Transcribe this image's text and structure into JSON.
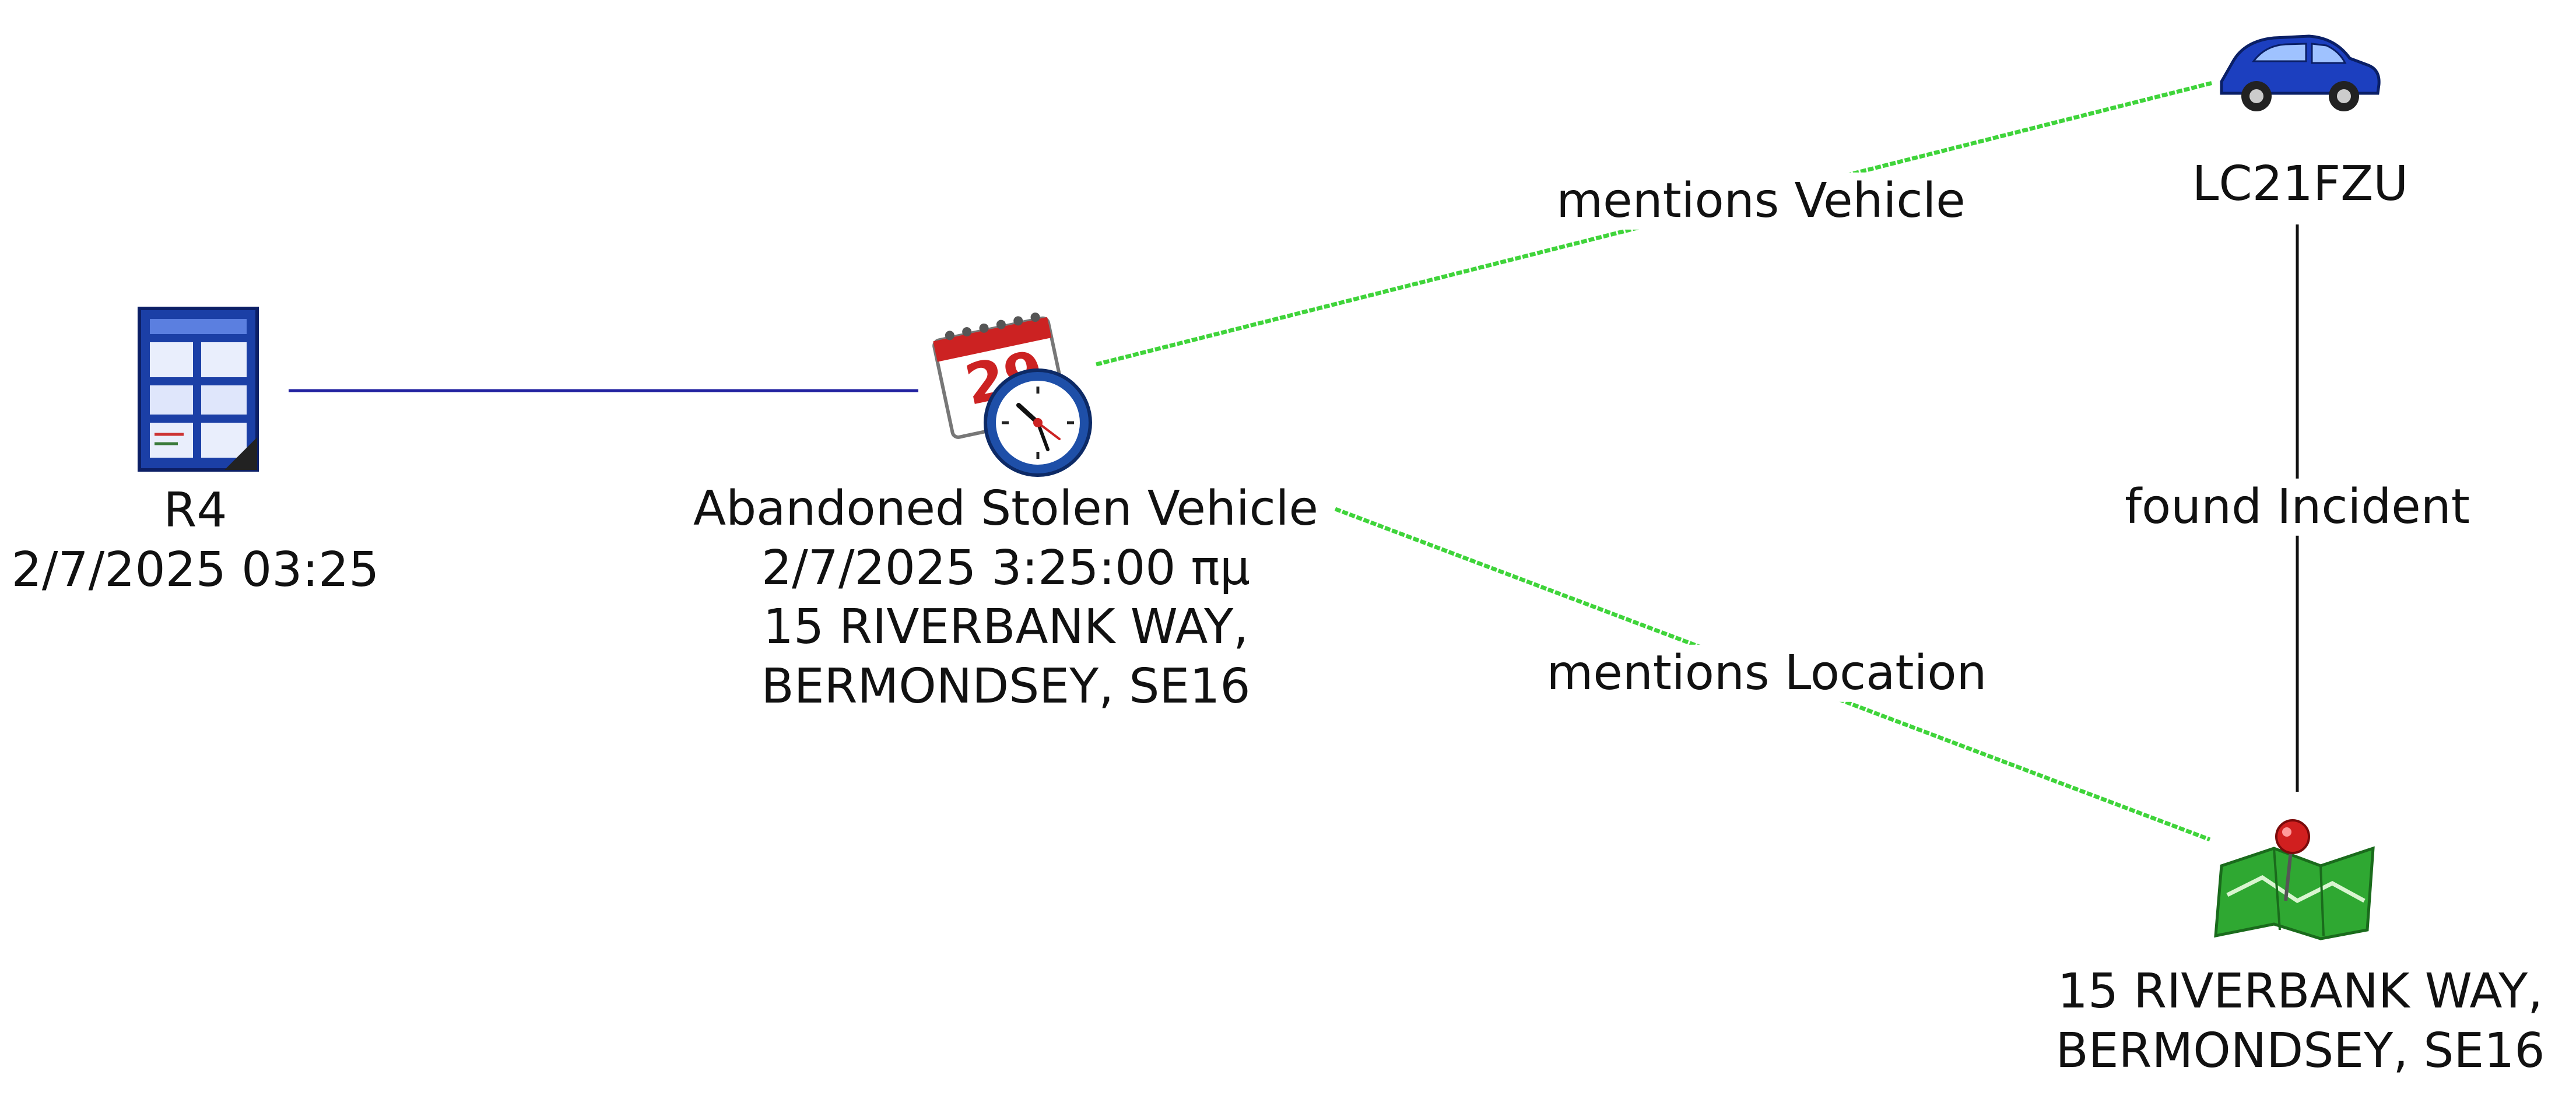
{
  "colors": {
    "background": "#ffffff",
    "text": "#111111",
    "link_green": "#3fd43a",
    "link_blue": "#2222a0",
    "link_black": "#111111"
  },
  "nodes": {
    "report": {
      "icon": "report-document-icon",
      "label_lines": [
        "R4",
        "2/7/2025 03:25"
      ]
    },
    "event": {
      "icon": "calendar-clock-icon",
      "label_lines": [
        "Abandoned Stolen Vehicle",
        "2/7/2025 3:25:00 πμ",
        "15 RIVERBANK WAY,",
        "BERMONDSEY, SE16"
      ]
    },
    "vehicle": {
      "icon": "car-icon",
      "label_lines": [
        "LC21FZU"
      ]
    },
    "location": {
      "icon": "map-pin-icon",
      "label_lines": [
        "15 RIVERBANK WAY,",
        "BERMONDSEY, SE16"
      ]
    }
  },
  "links": {
    "report_event": {
      "label": "",
      "color": "link_blue"
    },
    "event_vehicle": {
      "label": "mentions Vehicle",
      "color": "link_green"
    },
    "event_location": {
      "label": "mentions Location",
      "color": "link_green"
    },
    "vehicle_location": {
      "label": "found Incident",
      "color": "link_black"
    }
  }
}
